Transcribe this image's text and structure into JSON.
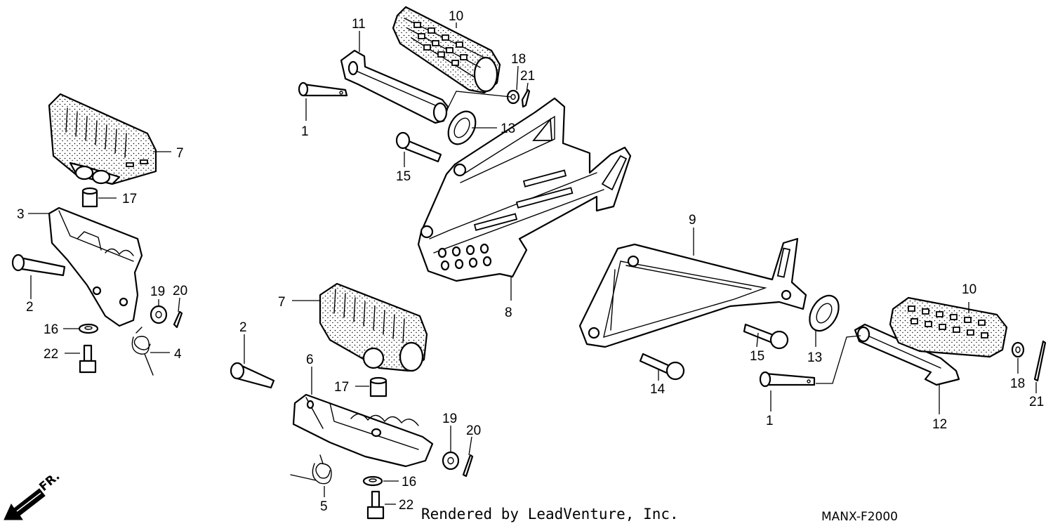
{
  "credit": "Rendered by LeadVenture, Inc.",
  "diagram_code": "MANX-F2000",
  "direction_label": "FR.",
  "callouts": [
    "1",
    "1",
    "2",
    "2",
    "3",
    "4",
    "5",
    "6",
    "7",
    "7",
    "8",
    "9",
    "10",
    "10",
    "11",
    "12",
    "13",
    "13",
    "14",
    "15",
    "15",
    "16",
    "16",
    "17",
    "17",
    "18",
    "18",
    "19",
    "19",
    "20",
    "20",
    "21",
    "21",
    "22",
    "22"
  ],
  "colors": {
    "line": "#000000",
    "background": "#ffffff"
  },
  "icons": {
    "direction": "front-arrow-icon"
  }
}
